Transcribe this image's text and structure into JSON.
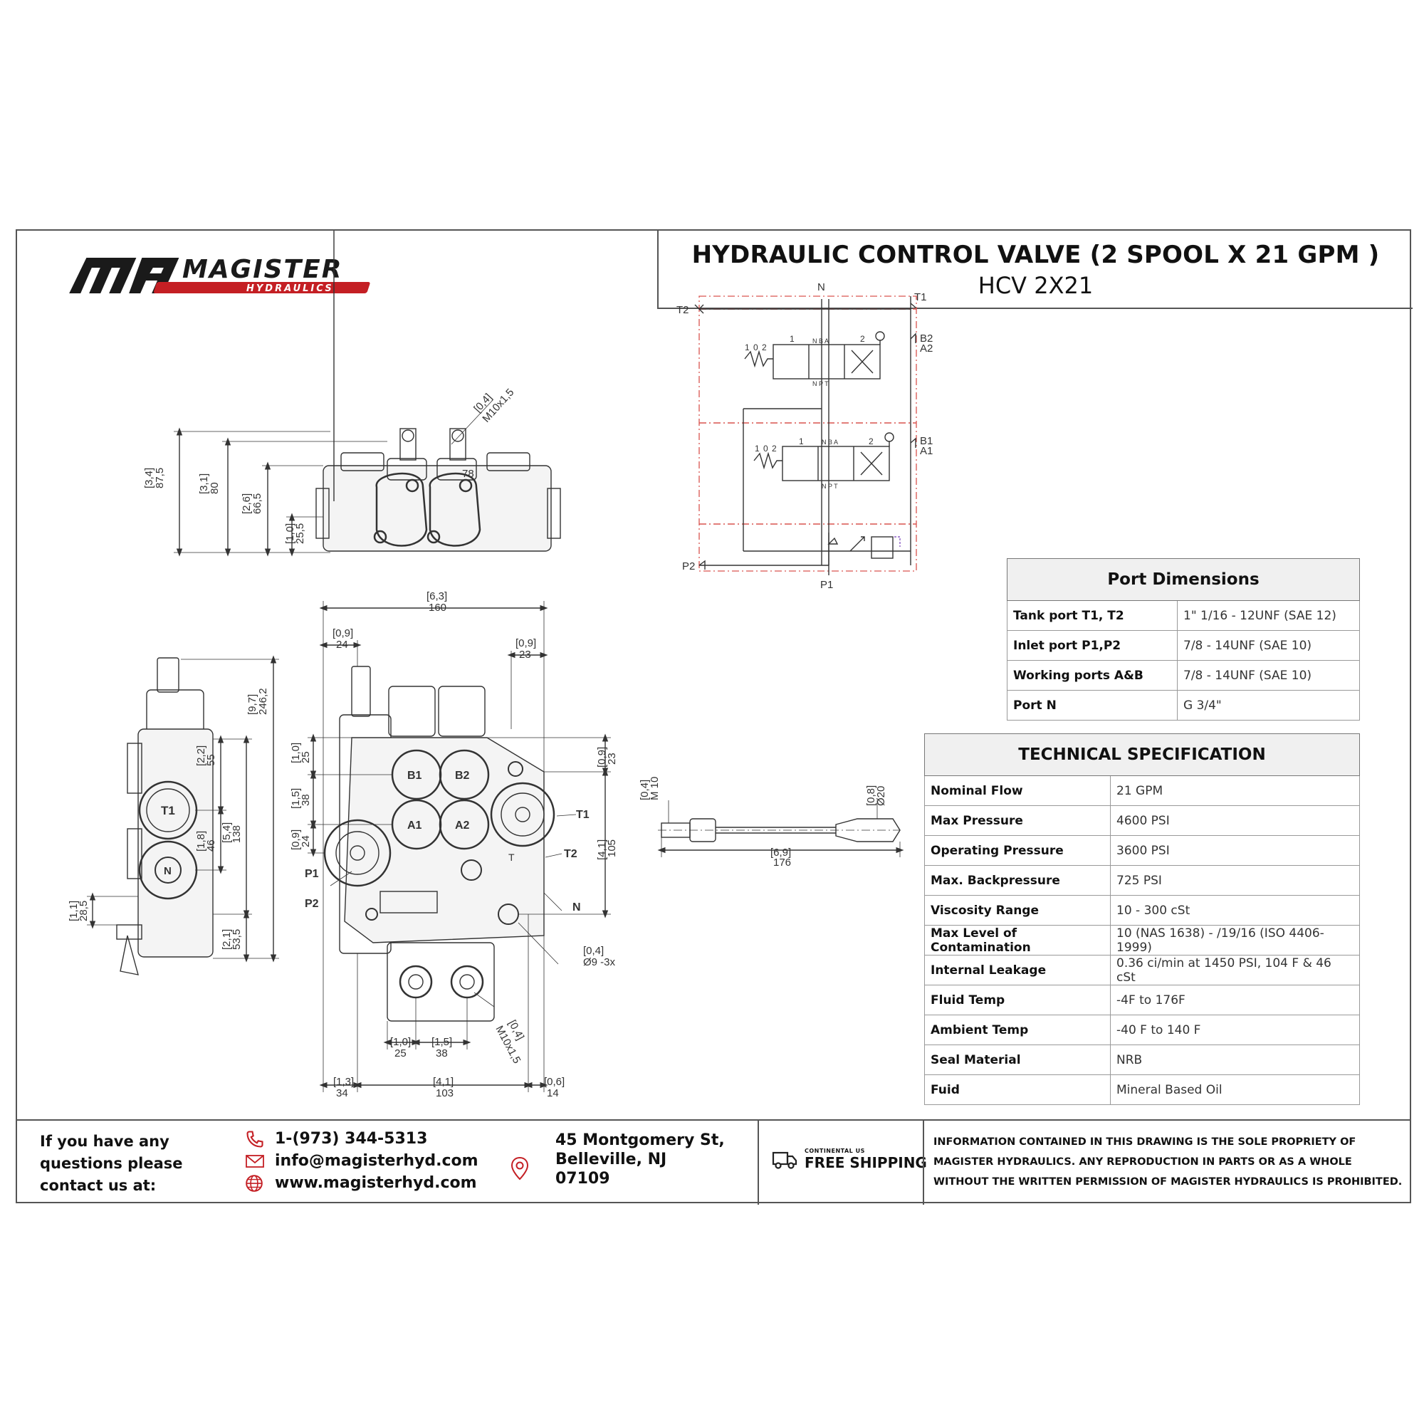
{
  "logo": {
    "name": "MAGISTER",
    "sub": "HYDRAULICS",
    "accent": "#c41f24"
  },
  "title": {
    "main": "HYDRAULIC CONTROL VALVE (2 SPOOL X 21 GPM )",
    "model": "HCV 2X21"
  },
  "dims": {
    "front": {
      "d87": "87,5",
      "i34": "[3,4]",
      "d80": "80",
      "i31": "[3,1]",
      "d66": "66,5",
      "i26": "[2,6]",
      "d25": "25,5",
      "i10": "[1,0]",
      "m10": "M10x1,5",
      "i04": "[0,4]",
      "d78": "78"
    },
    "side": {
      "d246": "246,2",
      "i97": "[9,7]",
      "d55": "55",
      "i22": "[2,2]",
      "d138": "138",
      "i54": "[5,4]",
      "d46": "46",
      "i18": "[1,8]",
      "d285": "28,5",
      "i11": "[1,1]",
      "d535": "53,5",
      "i21": "[2,1]",
      "t1": "T1",
      "n": "N"
    },
    "main": {
      "d160": "160",
      "i63": "[6,3]",
      "d24a": "24",
      "i09a": "[0,9]",
      "d23a": "23",
      "i09b": "[0,9]",
      "d25l": "25",
      "i10l": "[1,0]",
      "d38l": "38",
      "i15l": "[1,5]",
      "d24l": "24",
      "i09l": "[0,9]",
      "d23r": "23",
      "i09r": "[0,9]",
      "d105": "105",
      "i41r": "[4,1]",
      "b1": "B1",
      "b2": "B2",
      "a1": "A1",
      "a2": "A2",
      "t1": "T1",
      "t2": "T2",
      "p1": "P1",
      "p2": "P2",
      "n": "N",
      "t": "T",
      "hole": "Ø9 -3x",
      "i04h": "[0,4]",
      "m10": "M10x1,5",
      "i04m": "[0,4]",
      "d25b": "25",
      "i10b": "[1,0]",
      "d38b": "38",
      "i15b": "[1,5]",
      "d34": "34",
      "i13": "[1,3]",
      "d103": "103",
      "i41b": "[4,1]",
      "d14": "14",
      "i06": "[0,6]"
    },
    "lever": {
      "m10": "M 10",
      "i04": "[0,4]",
      "d20": "Ø20",
      "i08": "[0,8]",
      "d176": "176",
      "i69": "[6,9]"
    }
  },
  "schematic": {
    "n": "N",
    "t1": "T1",
    "t2": "T2",
    "b2": "B2",
    "a2": "A2",
    "b1": "B1",
    "a1": "A1",
    "p1": "P1",
    "p2": "P2",
    "pos": [
      "1",
      "0",
      "2"
    ],
    "ports": "N B A",
    "ports2": "N P T",
    "s1": "1",
    "s2": "2",
    "line_color": "#d9534f"
  },
  "port_dimensions": {
    "title": "Port Dimensions",
    "rows": [
      {
        "k": "Tank port T1, T2",
        "v": "1\" 1/16 - 12UNF (SAE 12)"
      },
      {
        "k": "Inlet port P1,P2",
        "v": "7/8 - 14UNF (SAE 10)"
      },
      {
        "k": "Working ports A&B",
        "v": "7/8 - 14UNF (SAE 10)"
      },
      {
        "k": "Port N",
        "v": "G 3/4\""
      }
    ]
  },
  "tech_spec": {
    "title": "TECHNICAL SPECIFICATION",
    "rows": [
      {
        "k": "Nominal Flow",
        "v": "21 GPM"
      },
      {
        "k": "Max Pressure",
        "v": "4600 PSI"
      },
      {
        "k": "Operating Pressure",
        "v": "3600 PSI"
      },
      {
        "k": "Max. Backpressure",
        "v": "725 PSI"
      },
      {
        "k": "Viscosity Range",
        "v": "10 - 300 cSt"
      },
      {
        "k": "Max Level of Contamination",
        "v": "10 (NAS 1638) - /19/16 (ISO 4406-1999)"
      },
      {
        "k": "Internal Leakage",
        "v": "0.36 ci/min at 1450 PSI, 104 F & 46 cSt"
      },
      {
        "k": "Fluid Temp",
        "v": "-4F to 176F"
      },
      {
        "k": "Ambient Temp",
        "v": "-40 F to 140 F"
      },
      {
        "k": "Seal Material",
        "v": "NRB"
      },
      {
        "k": "Fuid",
        "v": "Mineral Based Oil"
      }
    ]
  },
  "footer": {
    "contact_prompt": "If you have any questions please contact us at:",
    "phone": "1-(973) 344-5313",
    "email": "info@magisterhyd.com",
    "web": "www.magisterhyd.com",
    "addr1": "45 Montgomery St,",
    "addr2": "Belleville, NJ",
    "addr3": "07109",
    "ship_small": "CONTINENTAL US",
    "ship_big": "FREE SHIPPING",
    "legal": "INFORMATION CONTAINED IN THIS DRAWING IS THE SOLE PROPRIETY OF MAGISTER HYDRAULICS. ANY REPRODUCTION IN PARTS OR AS A WHOLE WITHOUT THE WRITTEN PERMISSION OF MAGISTER HYDRAULICS IS PROHIBITED.",
    "icon_color": "#c41f24"
  }
}
